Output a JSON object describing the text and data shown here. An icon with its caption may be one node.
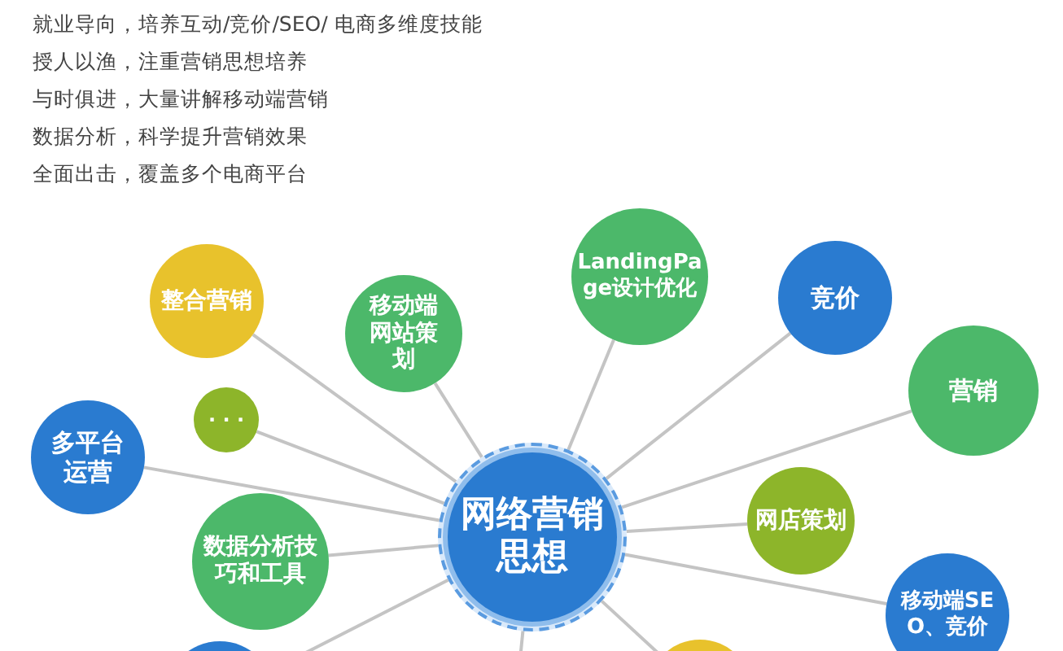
{
  "diagram": {
    "nodes": [
      {
        "text": [
          "网络营销思想"
        ]
      },
      {
        "text": [
          "整合营销"
        ]
      },
      {
        "text": [
          "移动端网站策划"
        ]
      },
      {
        "text": [
          "LandingPage设计优化"
        ]
      },
      {
        "text": [
          "竞价"
        ]
      },
      {
        "text": [
          "营销"
        ]
      },
      {
        "text": [
          "· · ·"
        ]
      },
      {
        "text": [
          "多平台运营"
        ]
      },
      {
        "text": [
          "网店策划"
        ]
      },
      {
        "text": [
          "数据分析技巧和工具"
        ]
      },
      {
        "text": [
          "移动端SEO、竞价"
        ]
      },
      {
        "text": [],
        "shape": "circle"
      },
      {
        "text": [],
        "shape": "circle"
      }
    ],
    "edges": [
      {
        "from": 0,
        "to": 1,
        "arrow": "none"
      },
      {
        "from": 0,
        "to": 2,
        "arrow": "none"
      },
      {
        "from": 0,
        "to": 3,
        "arrow": "none"
      },
      {
        "from": 0,
        "to": 4,
        "arrow": "none"
      },
      {
        "from": 0,
        "to": 5,
        "arrow": "none"
      },
      {
        "from": 0,
        "to": 6,
        "arrow": "none"
      },
      {
        "from": 0,
        "to": 7,
        "arrow": "none"
      },
      {
        "from": 0,
        "to": 8,
        "arrow": "none"
      },
      {
        "from": 0,
        "to": 9,
        "arrow": "none"
      },
      {
        "from": 0,
        "to": 10,
        "arrow": "none"
      },
      {
        "from": 0,
        "to": 11,
        "arrow": "none"
      },
      {
        "from": 0,
        "to": null,
        "arrow": "none"
      },
      {
        "from": 0,
        "to": 12,
        "arrow": "none"
      }
    ],
    "labels": [
      "就业导向，培养互动/竞价/SEO/ 电商多维度技能",
      "授人以渔，注重营销思想培养",
      "与时俱进，大量讲解移动端营销",
      "数据分析，科学提升营销效果",
      "全面出击，覆盖多个电商平台"
    ]
  }
}
